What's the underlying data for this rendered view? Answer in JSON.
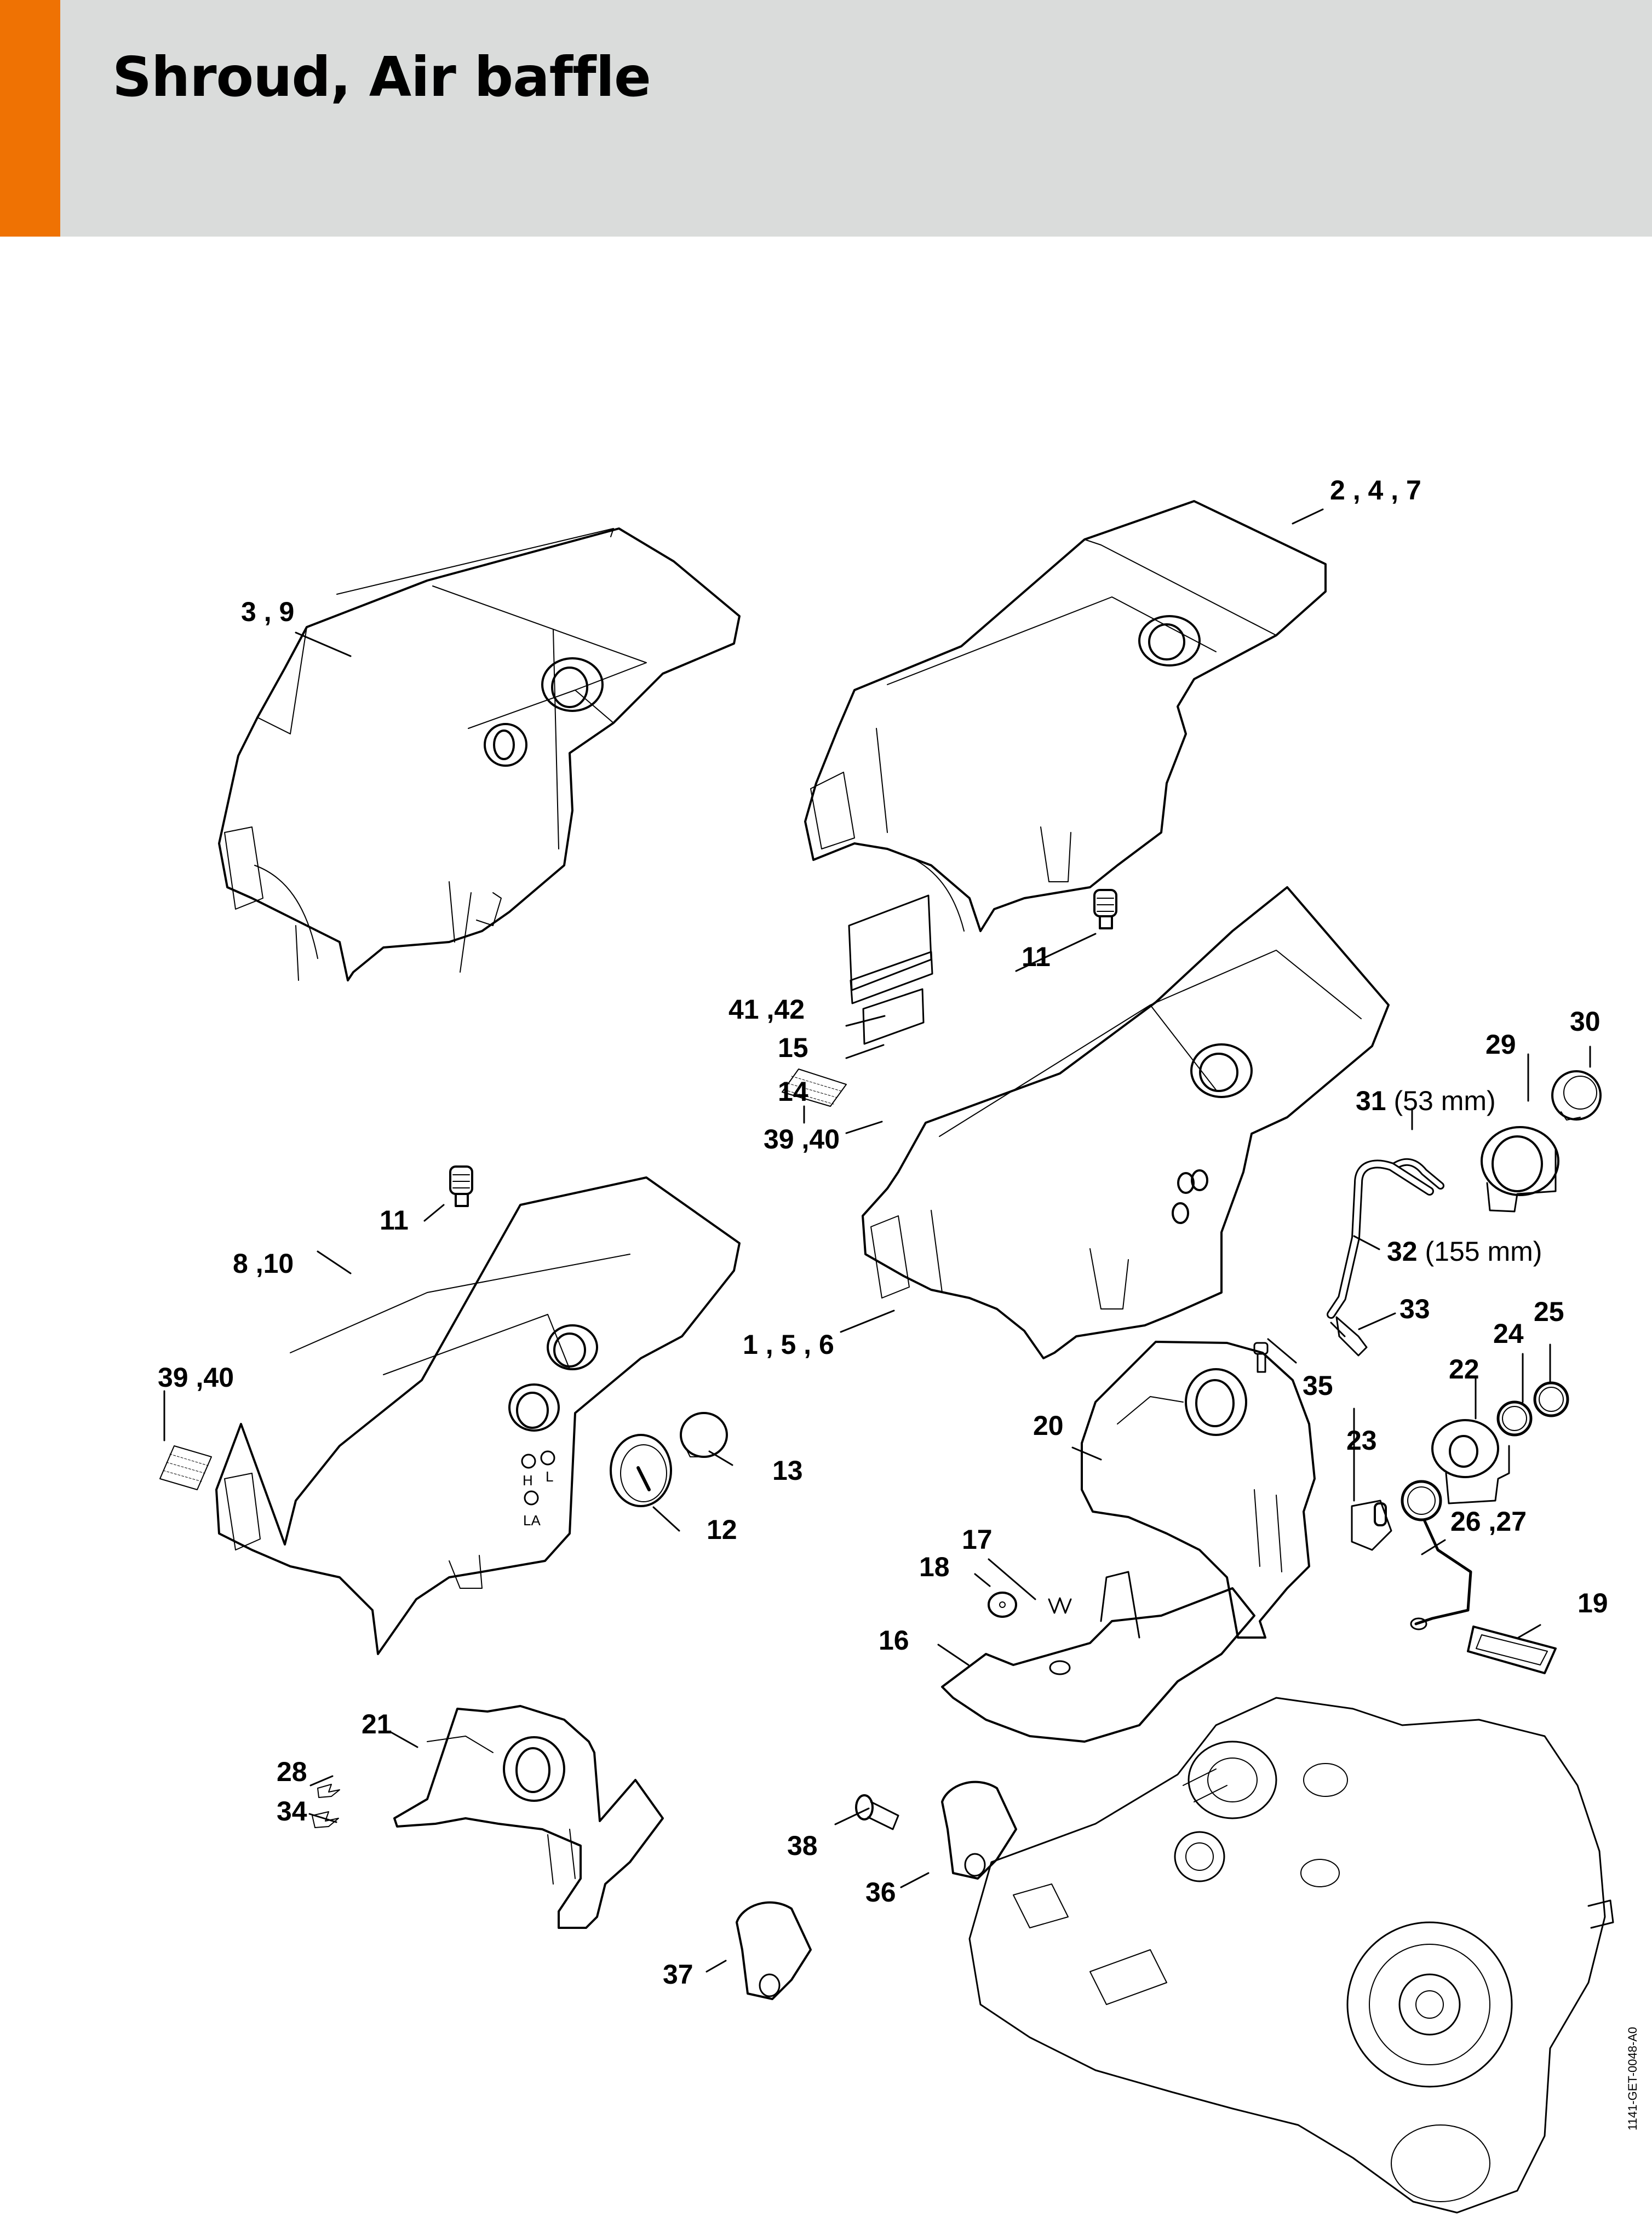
{
  "header": {
    "title": "Shroud, Air baffle",
    "accent_color": "#ef7203",
    "background_color": "#dadcdb"
  },
  "diagram": {
    "document_id": "1141-GET-0048-A0",
    "callouts": [
      {
        "id": "c-2-4-7",
        "text": "2 , 4 , 7"
      },
      {
        "id": "c-3-9",
        "text": "3 , 9"
      },
      {
        "id": "c-11-top",
        "text": "11"
      },
      {
        "id": "c-41-42",
        "text": "41 ,42"
      },
      {
        "id": "c-15",
        "text": "15"
      },
      {
        "id": "c-14",
        "text": "14"
      },
      {
        "id": "c-39-40-center",
        "text": "39 ,40"
      },
      {
        "id": "c-1-5-6",
        "text": "1 , 5 , 6"
      },
      {
        "id": "c-30",
        "text": "30"
      },
      {
        "id": "c-29",
        "text": "29"
      },
      {
        "id": "c-31",
        "text": "31",
        "dimension": "(53 mm)"
      },
      {
        "id": "c-32",
        "text": "32",
        "dimension": "(155 mm)"
      },
      {
        "id": "c-33",
        "text": "33"
      },
      {
        "id": "c-35",
        "text": "35"
      },
      {
        "id": "c-25",
        "text": "25"
      },
      {
        "id": "c-24",
        "text": "24"
      },
      {
        "id": "c-22",
        "text": "22"
      },
      {
        "id": "c-23",
        "text": "23"
      },
      {
        "id": "c-26-27",
        "text": "26 ,27"
      },
      {
        "id": "c-19",
        "text": "19"
      },
      {
        "id": "c-11-left",
        "text": "11"
      },
      {
        "id": "c-8-10",
        "text": "8 ,10"
      },
      {
        "id": "c-39-40-left",
        "text": "39 ,40"
      },
      {
        "id": "c-13",
        "text": "13"
      },
      {
        "id": "c-12",
        "text": "12"
      },
      {
        "id": "c-20",
        "text": "20"
      },
      {
        "id": "c-17",
        "text": "17"
      },
      {
        "id": "c-18",
        "text": "18"
      },
      {
        "id": "c-16",
        "text": "16"
      },
      {
        "id": "c-21",
        "text": "21"
      },
      {
        "id": "c-28",
        "text": "28"
      },
      {
        "id": "c-34",
        "text": "34"
      },
      {
        "id": "c-38",
        "text": "38"
      },
      {
        "id": "c-36",
        "text": "36"
      },
      {
        "id": "c-37",
        "text": "37"
      }
    ],
    "shroud_markings": {
      "adjust_h": "H",
      "adjust_l": "L",
      "adjust_la": "LA"
    }
  }
}
